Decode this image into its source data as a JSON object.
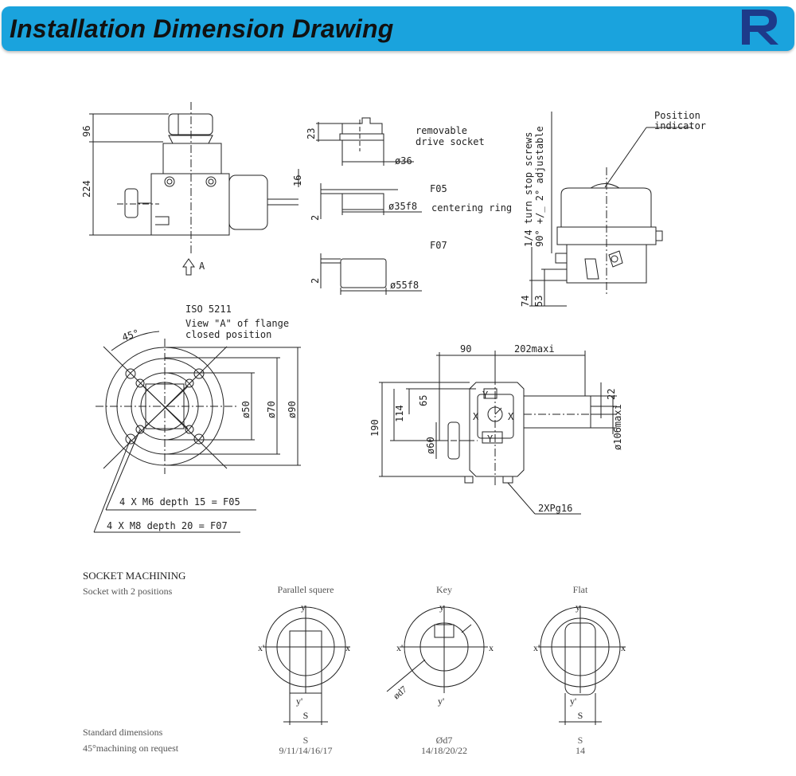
{
  "header": {
    "title": "Installation Dimension Drawing",
    "logo_text": "R",
    "accent_color": "#1aa3dd"
  },
  "side_view": {
    "dim_top": "96",
    "dim_height": "224",
    "arrow_label": "A"
  },
  "socket_parts": {
    "dim_23": "23",
    "socket_label_line1": "removable",
    "socket_label_line2": "drive socket",
    "dim_36": "ø36",
    "dim_16": "16",
    "f05": "F05",
    "dim_2a": "2",
    "dim_35": "ø35f8",
    "centering": "centering ring",
    "f07": "F07",
    "dim_2b": "2",
    "dim_55": "ø55f8"
  },
  "right_view": {
    "position_line1": "Position",
    "position_line2": "indicator",
    "stop_line1": "1/4 turn stop screws",
    "stop_line2": "90° +/_ 2° adjustable",
    "dim_74": "74",
    "dim_53": "53"
  },
  "flange_view": {
    "iso": "ISO 5211",
    "view_line1": "View \"A\" of flange",
    "view_line2": "closed position",
    "angle": "45°",
    "dim_50": "ø50",
    "dim_70": "ø70",
    "dim_90": "ø90",
    "note_f05": "4 X M6 depth 15 = F05",
    "note_f07": "4 X M8 depth 20 = F07"
  },
  "top_view": {
    "dim_90": "90",
    "dim_202": "202maxi",
    "dim_65": "65",
    "dim_114": "114",
    "dim_190": "190",
    "dim_22": "22",
    "dim_106": "ø106maxi",
    "dim_60": "ø60",
    "label_y": "Y",
    "label_x": "X",
    "pg": "2XPg16"
  },
  "socket_machining": {
    "heading": "SOCKET MACHINING",
    "subtitle": "Socket with 2 positions",
    "standard": "Standard dimensions",
    "machining_note": "45°machining on request",
    "axis_x": "x",
    "axis_xp": "x'",
    "axis_y": "y",
    "axis_yp": "y'",
    "types": [
      {
        "name": "Parallel squere",
        "dim_label": "S",
        "values": "9/11/14/16/17"
      },
      {
        "name": "Key",
        "dim_label": "Ød7",
        "values": "14/18/20/22",
        "drawing_label": "ød7"
      },
      {
        "name": "Flat",
        "dim_label": "S",
        "values": "14"
      }
    ]
  }
}
